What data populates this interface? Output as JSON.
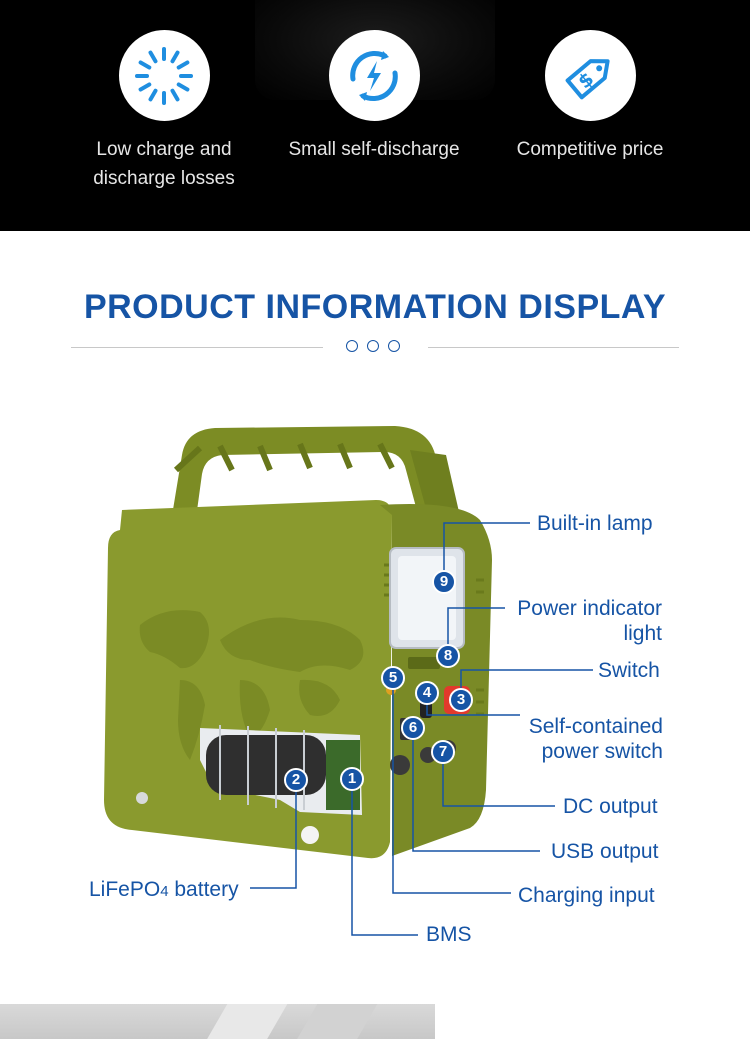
{
  "features": [
    {
      "icon": "loading-spinner-icon",
      "label_line1": "Low charge and",
      "label_line2": "discharge losses"
    },
    {
      "icon": "lightning-charge-icon",
      "label_line1": "Small self-discharge",
      "label_line2": ""
    },
    {
      "icon": "price-tag-icon",
      "label_line1": "Competitive price",
      "label_line2": ""
    }
  ],
  "section": {
    "title": "PRODUCT INFORMATION DISPLAY"
  },
  "callouts": {
    "lamp": {
      "number": "9",
      "label": "Built-in lamp"
    },
    "power_indicator": {
      "number": "8",
      "label_line1": "Power indicator",
      "label_line2": "light"
    },
    "switch": {
      "number": "3",
      "label": "Switch"
    },
    "self_contained_switch": {
      "number": "4",
      "label_line1": "Self-contained",
      "label_line2": "power switch"
    },
    "dc_output": {
      "number": "7",
      "label": "DC output"
    },
    "usb_output": {
      "number": "6",
      "label": "USB output"
    },
    "charging_input": {
      "number": "5",
      "label": "Charging input"
    },
    "battery": {
      "number": "2",
      "label_main": "LiFePO",
      "label_sub": "4",
      "label_tail": " battery"
    },
    "bms": {
      "number": "1",
      "label": "BMS"
    }
  },
  "colors": {
    "accent": "#1654a5",
    "device_green": "#8a9a2e",
    "background_dark": "#000000"
  }
}
